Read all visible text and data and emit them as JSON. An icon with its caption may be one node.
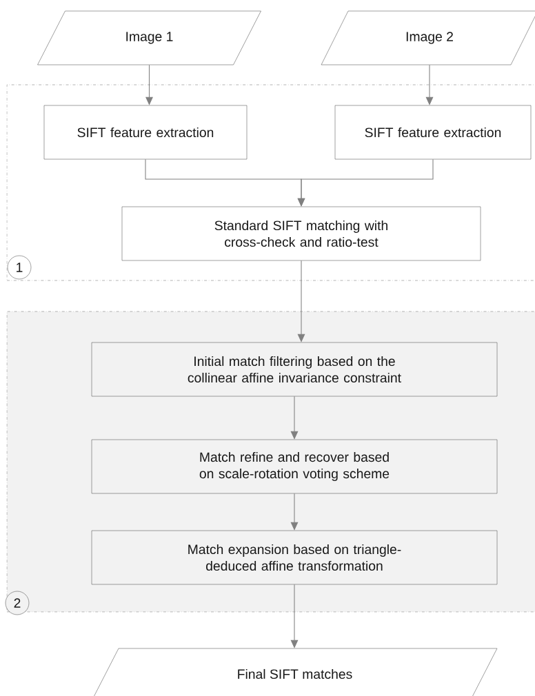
{
  "diagram": {
    "nodes": [
      {
        "text": [
          "Image 1"
        ]
      },
      {
        "text": [
          "Image 2"
        ]
      },
      {
        "text": [],
        "shape": "box"
      },
      {
        "text": [
          "SIFT feature extraction"
        ],
        "in": 2
      },
      {
        "text": [
          "SIFT feature extraction"
        ],
        "in": 2
      },
      {
        "text": [
          "Standard SIFT matching with cross-check and ratio-test"
        ],
        "in": 2
      },
      {
        "text": [
          "1"
        ],
        "in": 2
      },
      {
        "text": [],
        "shape": "box"
      },
      {
        "text": [
          "Initial match filtering based on the collinear affine invariance constraint"
        ],
        "in": 7
      },
      {
        "text": [
          "Match refine and recover based on scale-rotation voting scheme"
        ],
        "in": 7
      },
      {
        "text": [
          "Match expansion based on triangle-deduced affine transformation"
        ],
        "in": 7
      },
      {
        "text": [
          "2"
        ],
        "in": 7
      },
      {
        "text": [
          "Final SIFT matches"
        ]
      }
    ],
    "edges": [
      {
        "from": 0,
        "to": 3,
        "arrow": "to"
      },
      {
        "from": 1,
        "to": 4,
        "arrow": "to"
      },
      {
        "from": 3,
        "to": 5,
        "arrow": "to"
      },
      {
        "from": 4,
        "to": 5,
        "arrow": "to"
      },
      {
        "from": 5,
        "to": 8,
        "arrow": "to"
      },
      {
        "from": 8,
        "to": 9,
        "arrow": "to"
      },
      {
        "from": 9,
        "to": 10,
        "arrow": "to"
      },
      {
        "from": 10,
        "to": 12,
        "arrow": "to"
      }
    ]
  }
}
